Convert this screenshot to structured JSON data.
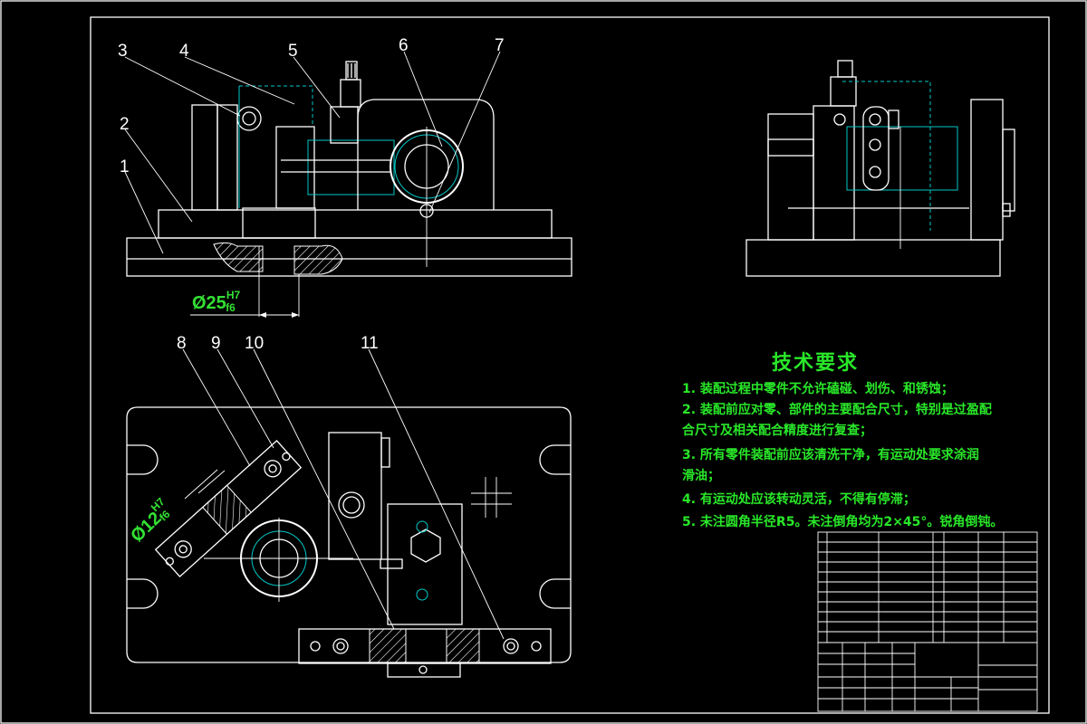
{
  "part_numbers": [
    "1",
    "2",
    "3",
    "4",
    "5",
    "6",
    "7",
    "8",
    "9",
    "10",
    "11"
  ],
  "fits": {
    "front": {
      "nominal": "Ø25",
      "upper": "H7",
      "lower": "f6"
    },
    "top": {
      "nominal": "Ø12",
      "upper": "H7",
      "lower": "f6"
    }
  },
  "requirements": {
    "title": "技术要求",
    "items": [
      "1. 装配过程中零件不允许磕碰、划伤、和锈蚀；",
      "2. 装配前应对零、部件的主要配合尺寸，特别是过盈配",
      "合尺寸及相关配合精度进行复查；",
      "3. 所有零件装配前应该清洗干净，有运动处要求涂润",
      "滑油；",
      "4. 有运动处应该转动灵活，不得有停滞；",
      "5. 未注圆角半径R5。未注倒角均为2×45°。锐角倒钝。"
    ]
  },
  "colors": {
    "background": "#000000",
    "lines": "#ffffff",
    "hidden_lines": "#00c8c8",
    "annotation": "#29e829"
  }
}
